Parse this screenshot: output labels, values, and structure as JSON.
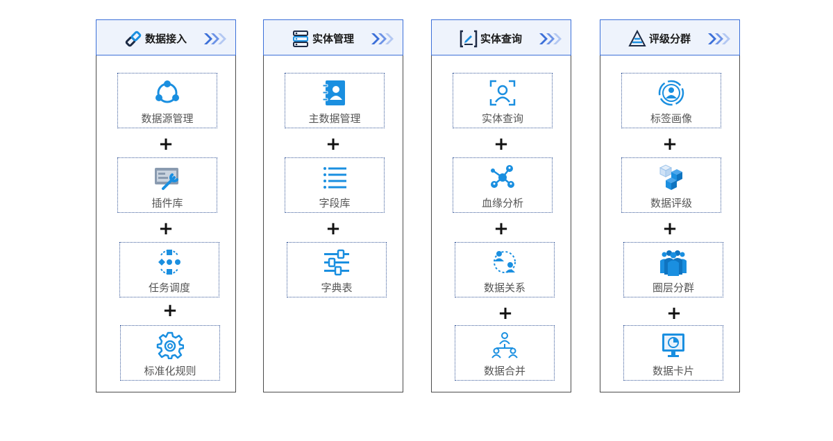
{
  "colors": {
    "accent": "#1a8fe0",
    "header_bg": "#eef3fc",
    "header_border": "#3b6fd8",
    "arrow": "#3b6fd8"
  },
  "plus_symbol": "+",
  "columns": [
    {
      "title": "数据接入",
      "icon": "link-icon",
      "cards": [
        {
          "label": "数据源管理",
          "icon": "share-network-icon"
        },
        {
          "label": "插件库",
          "icon": "wrench-panel-icon"
        },
        {
          "label": "任务调度",
          "icon": "workflow-icon"
        },
        {
          "label": "标准化规则",
          "icon": "gear-icon"
        }
      ]
    },
    {
      "title": "实体管理",
      "icon": "server-icon",
      "cards": [
        {
          "label": "主数据管理",
          "icon": "contact-book-icon"
        },
        {
          "label": "字段库",
          "icon": "list-icon"
        },
        {
          "label": "字典表",
          "icon": "sliders-icon"
        }
      ]
    },
    {
      "title": "实体查询",
      "icon": "edit-document-icon",
      "cards": [
        {
          "label": "实体查询",
          "icon": "face-scan-icon"
        },
        {
          "label": "血缘分析",
          "icon": "people-network-icon"
        },
        {
          "label": "数据关系",
          "icon": "people-relation-icon"
        },
        {
          "label": "数据合并",
          "icon": "people-merge-icon"
        }
      ]
    },
    {
      "title": "评级分群",
      "icon": "pyramid-icon",
      "cards": [
        {
          "label": "标签画像",
          "icon": "user-circle-icon"
        },
        {
          "label": "数据评级",
          "icon": "cubes-icon"
        },
        {
          "label": "圈层分群",
          "icon": "group-icon"
        },
        {
          "label": "数据卡片",
          "icon": "pie-monitor-icon"
        }
      ]
    }
  ]
}
